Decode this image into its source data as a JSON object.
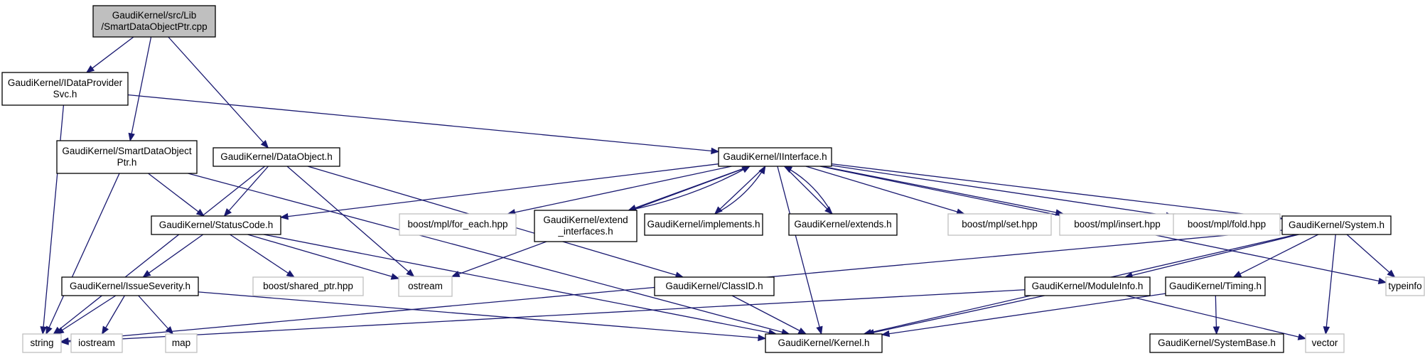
{
  "colors": {
    "edge": "#191970",
    "local_border": "#000000",
    "external_border": "#bfbfbf",
    "root_fill": "#bfbfbf",
    "node_fill": "#ffffff"
  },
  "nodes": [
    {
      "id": "root",
      "lines": [
        "GaudiKernel/src/Lib",
        "/SmartDataObjectPtr.cpp"
      ],
      "kind": "root"
    },
    {
      "id": "idp",
      "lines": [
        "GaudiKernel/IDataProvider",
        "Svc.h"
      ],
      "kind": "local"
    },
    {
      "id": "sdo",
      "lines": [
        "GaudiKernel/SmartDataObject",
        "Ptr.h"
      ],
      "kind": "local"
    },
    {
      "id": "dobj",
      "lines": [
        "GaudiKernel/DataObject.h"
      ],
      "kind": "local"
    },
    {
      "id": "iif",
      "lines": [
        "GaudiKernel/IInterface.h"
      ],
      "kind": "local"
    },
    {
      "id": "sc",
      "lines": [
        "GaudiKernel/StatusCode.h"
      ],
      "kind": "local"
    },
    {
      "id": "foreach",
      "lines": [
        "boost/mpl/for_each.hpp"
      ],
      "kind": "external"
    },
    {
      "id": "extint",
      "lines": [
        "GaudiKernel/extend",
        "_interfaces.h"
      ],
      "kind": "local"
    },
    {
      "id": "impl",
      "lines": [
        "GaudiKernel/implements.h"
      ],
      "kind": "local"
    },
    {
      "id": "ext",
      "lines": [
        "GaudiKernel/extends.h"
      ],
      "kind": "local"
    },
    {
      "id": "mplset",
      "lines": [
        "boost/mpl/set.hpp"
      ],
      "kind": "external"
    },
    {
      "id": "mplins",
      "lines": [
        "boost/mpl/insert.hpp"
      ],
      "kind": "external"
    },
    {
      "id": "mplfold",
      "lines": [
        "boost/mpl/fold.hpp"
      ],
      "kind": "external"
    },
    {
      "id": "sys",
      "lines": [
        "GaudiKernel/System.h"
      ],
      "kind": "local"
    },
    {
      "id": "typeinfo",
      "lines": [
        "typeinfo"
      ],
      "kind": "external"
    },
    {
      "id": "iss",
      "lines": [
        "GaudiKernel/IssueSeverity.h"
      ],
      "kind": "local"
    },
    {
      "id": "shptr",
      "lines": [
        "boost/shared_ptr.hpp"
      ],
      "kind": "external"
    },
    {
      "id": "ostream",
      "lines": [
        "ostream"
      ],
      "kind": "external"
    },
    {
      "id": "clsid",
      "lines": [
        "GaudiKernel/ClassID.h"
      ],
      "kind": "local"
    },
    {
      "id": "modinfo",
      "lines": [
        "GaudiKernel/ModuleInfo.h"
      ],
      "kind": "local"
    },
    {
      "id": "timing",
      "lines": [
        "GaudiKernel/Timing.h"
      ],
      "kind": "local"
    },
    {
      "id": "string",
      "lines": [
        "string"
      ],
      "kind": "external"
    },
    {
      "id": "iostream",
      "lines": [
        "iostream"
      ],
      "kind": "external"
    },
    {
      "id": "map",
      "lines": [
        "map"
      ],
      "kind": "external"
    },
    {
      "id": "kernel",
      "lines": [
        "GaudiKernel/Kernel.h"
      ],
      "kind": "local"
    },
    {
      "id": "sysbase",
      "lines": [
        "GaudiKernel/SystemBase.h"
      ],
      "kind": "local"
    },
    {
      "id": "vector",
      "lines": [
        "vector"
      ],
      "kind": "external"
    }
  ],
  "edges": [
    [
      "root",
      "idp"
    ],
    [
      "root",
      "sdo"
    ],
    [
      "root",
      "dobj"
    ],
    [
      "idp",
      "iif"
    ],
    [
      "idp",
      "string"
    ],
    [
      "sdo",
      "sc"
    ],
    [
      "sdo",
      "string"
    ],
    [
      "sdo",
      "kernel"
    ],
    [
      "dobj",
      "sc"
    ],
    [
      "dobj",
      "string"
    ],
    [
      "dobj",
      "ostream"
    ],
    [
      "dobj",
      "clsid"
    ],
    [
      "iif",
      "sc"
    ],
    [
      "iif",
      "foreach"
    ],
    [
      "iif",
      "extint"
    ],
    [
      "iif",
      "impl"
    ],
    [
      "iif",
      "ext"
    ],
    [
      "iif",
      "mplset"
    ],
    [
      "iif",
      "mplins"
    ],
    [
      "iif",
      "mplfold"
    ],
    [
      "iif",
      "sys"
    ],
    [
      "iif",
      "typeinfo"
    ],
    [
      "iif",
      "ostream"
    ],
    [
      "iif",
      "kernel"
    ],
    [
      "extint",
      "iif"
    ],
    [
      "impl",
      "iif"
    ],
    [
      "ext",
      "iif"
    ],
    [
      "sc",
      "iss"
    ],
    [
      "sc",
      "shptr"
    ],
    [
      "sc",
      "ostream"
    ],
    [
      "sc",
      "kernel"
    ],
    [
      "iss",
      "string"
    ],
    [
      "iss",
      "iostream"
    ],
    [
      "iss",
      "map"
    ],
    [
      "iss",
      "kernel"
    ],
    [
      "sys",
      "kernel"
    ],
    [
      "sys",
      "modinfo"
    ],
    [
      "sys",
      "timing"
    ],
    [
      "sys",
      "vector"
    ],
    [
      "sys",
      "typeinfo"
    ],
    [
      "sys",
      "string"
    ],
    [
      "clsid",
      "kernel"
    ],
    [
      "modinfo",
      "kernel"
    ],
    [
      "modinfo",
      "string"
    ],
    [
      "modinfo",
      "vector"
    ],
    [
      "timing",
      "kernel"
    ],
    [
      "timing",
      "sysbase"
    ]
  ]
}
